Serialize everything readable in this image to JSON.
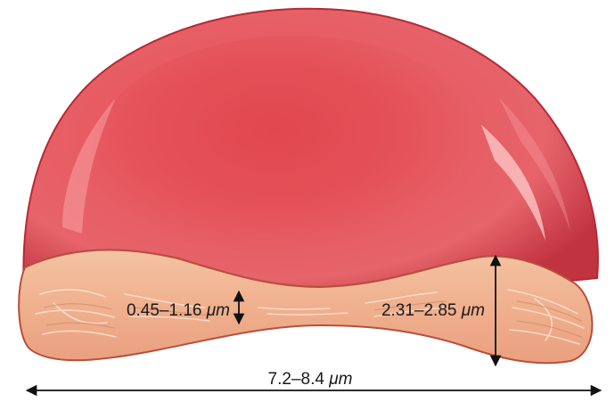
{
  "labels": {
    "thin_center": {
      "value": "0.45–1.16",
      "unit": "μm"
    },
    "thick_rim": {
      "value": "2.31–2.85",
      "unit": "μm"
    },
    "diameter": {
      "value": "7.2–8.4",
      "unit": "μm"
    }
  },
  "colors": {
    "cell_surface": "#e2454f",
    "cell_highlight": "#f58a8e",
    "cell_edge": "#b52a36",
    "cross_section": "#f0b08e",
    "cross_section_lines": "#c88568",
    "arrow": "#111111"
  }
}
